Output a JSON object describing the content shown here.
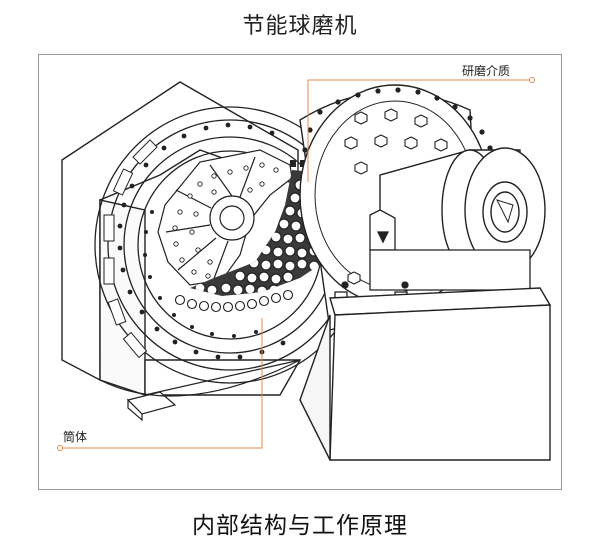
{
  "title": "节能球磨机",
  "subtitle": "内部结构与工作原理",
  "labels": {
    "grinding_media": "研磨介质",
    "shell": "筒体"
  },
  "colors": {
    "line": "#222222",
    "callout": "#e08a4a",
    "frame": "#9a9a9a"
  }
}
